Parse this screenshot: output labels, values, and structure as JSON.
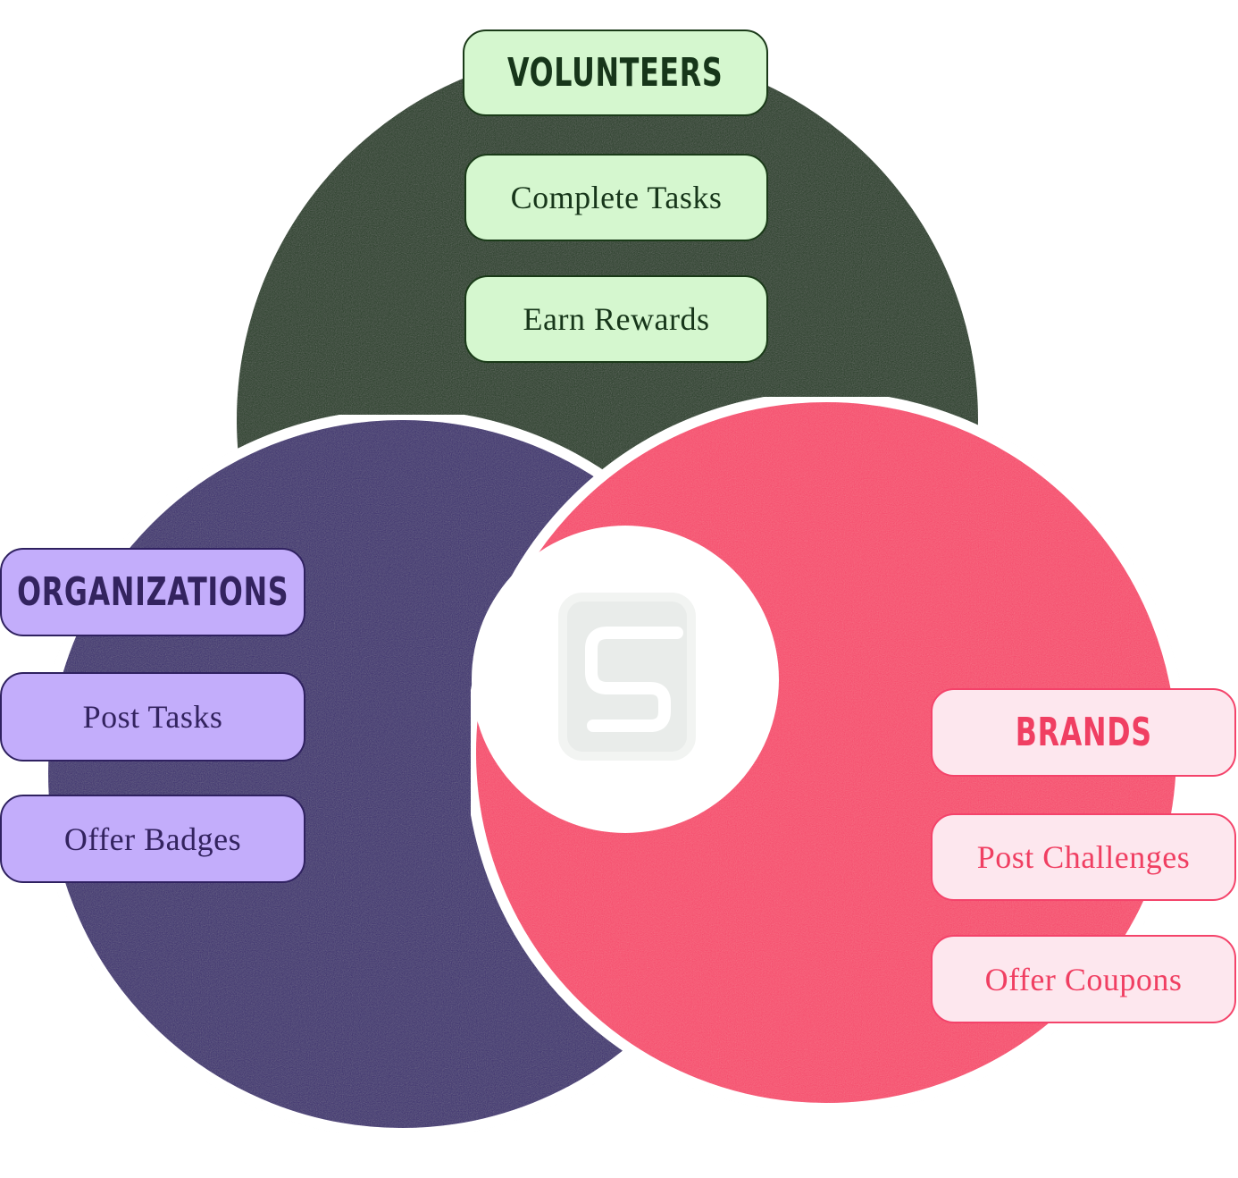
{
  "colors": {
    "volunteers_circle": "#1f3a1e",
    "organizations_circle": "#3a2a6d",
    "brands_circle": "#f5486b",
    "volunteers_box": "#d5f7cf",
    "organizations_box": "#c3adfb",
    "brands_box": "#fde7ee"
  },
  "center_logo": {
    "icon": "s-logo-icon",
    "letter": "S"
  },
  "groups": {
    "volunteers": {
      "title": "VOLUNTEERS",
      "items": [
        "Complete Tasks",
        "Earn Rewards"
      ]
    },
    "organizations": {
      "title": "ORGANIZATIONS",
      "items": [
        "Post Tasks",
        "Offer Badges"
      ]
    },
    "brands": {
      "title": "BRANDS",
      "items": [
        "Post Challenges",
        "Offer Coupons"
      ]
    }
  }
}
